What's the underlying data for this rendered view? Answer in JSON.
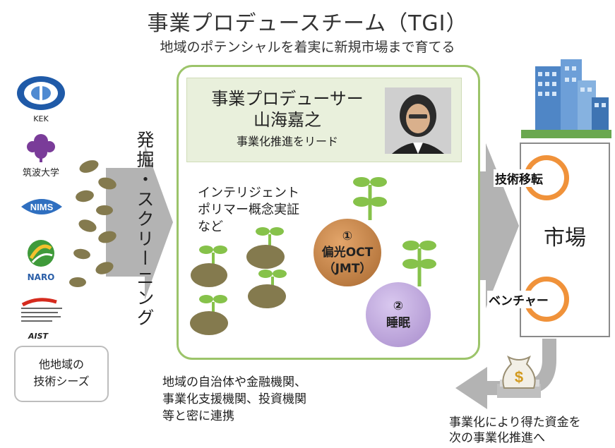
{
  "title": "事業プロデュースチーム（TGI）",
  "subtitle": "地域のポテンシャルを着実に新規市場まで育てる",
  "orgs": [
    {
      "label": "KEK",
      "icon": "kek-logo-icon"
    },
    {
      "label": "筑波大学",
      "icon": "tsukuba-logo-icon"
    },
    {
      "label": "NIMS",
      "icon": "nims-logo-icon"
    },
    {
      "label": "NARO",
      "icon": "naro-logo-icon"
    },
    {
      "label": "AIST",
      "icon": "aist-logo-icon"
    }
  ],
  "screening_label": "発掘・スクリーニング",
  "other_seeds": {
    "line1": "他地域の",
    "line2": "技術シーズ"
  },
  "producer": {
    "title_line1": "事業プロデューサー",
    "title_line2": "山海嘉之",
    "lead": "事業化推進をリード"
  },
  "poc_note": {
    "line1": "インテリジェント",
    "line2": "ポリマー概念実証",
    "line3": "など"
  },
  "project1": {
    "num": "①",
    "line1": "偏光OCT",
    "line2": "（JMT）"
  },
  "project2": {
    "num": "②",
    "line1": "睡眠"
  },
  "market": {
    "label": "市場",
    "tech_transfer": "技術移転",
    "venture": "ベンチャー"
  },
  "collab_note": {
    "line1": "地域の自治体や金融機関、",
    "line2": "事業化支援機関、投資機関",
    "line3": "等と密に連携"
  },
  "capital_note": {
    "line1": "事業化により得た資金を",
    "line2": "次の事業化推進へ"
  },
  "colors": {
    "green_border": "#9cc46a",
    "seed": "#847a4e",
    "sprout": "#86c24a",
    "orange": "#f0923a",
    "arrow": "#b3b3b3",
    "circle1": "#c9884d",
    "circle2": "#bba3d6"
  }
}
